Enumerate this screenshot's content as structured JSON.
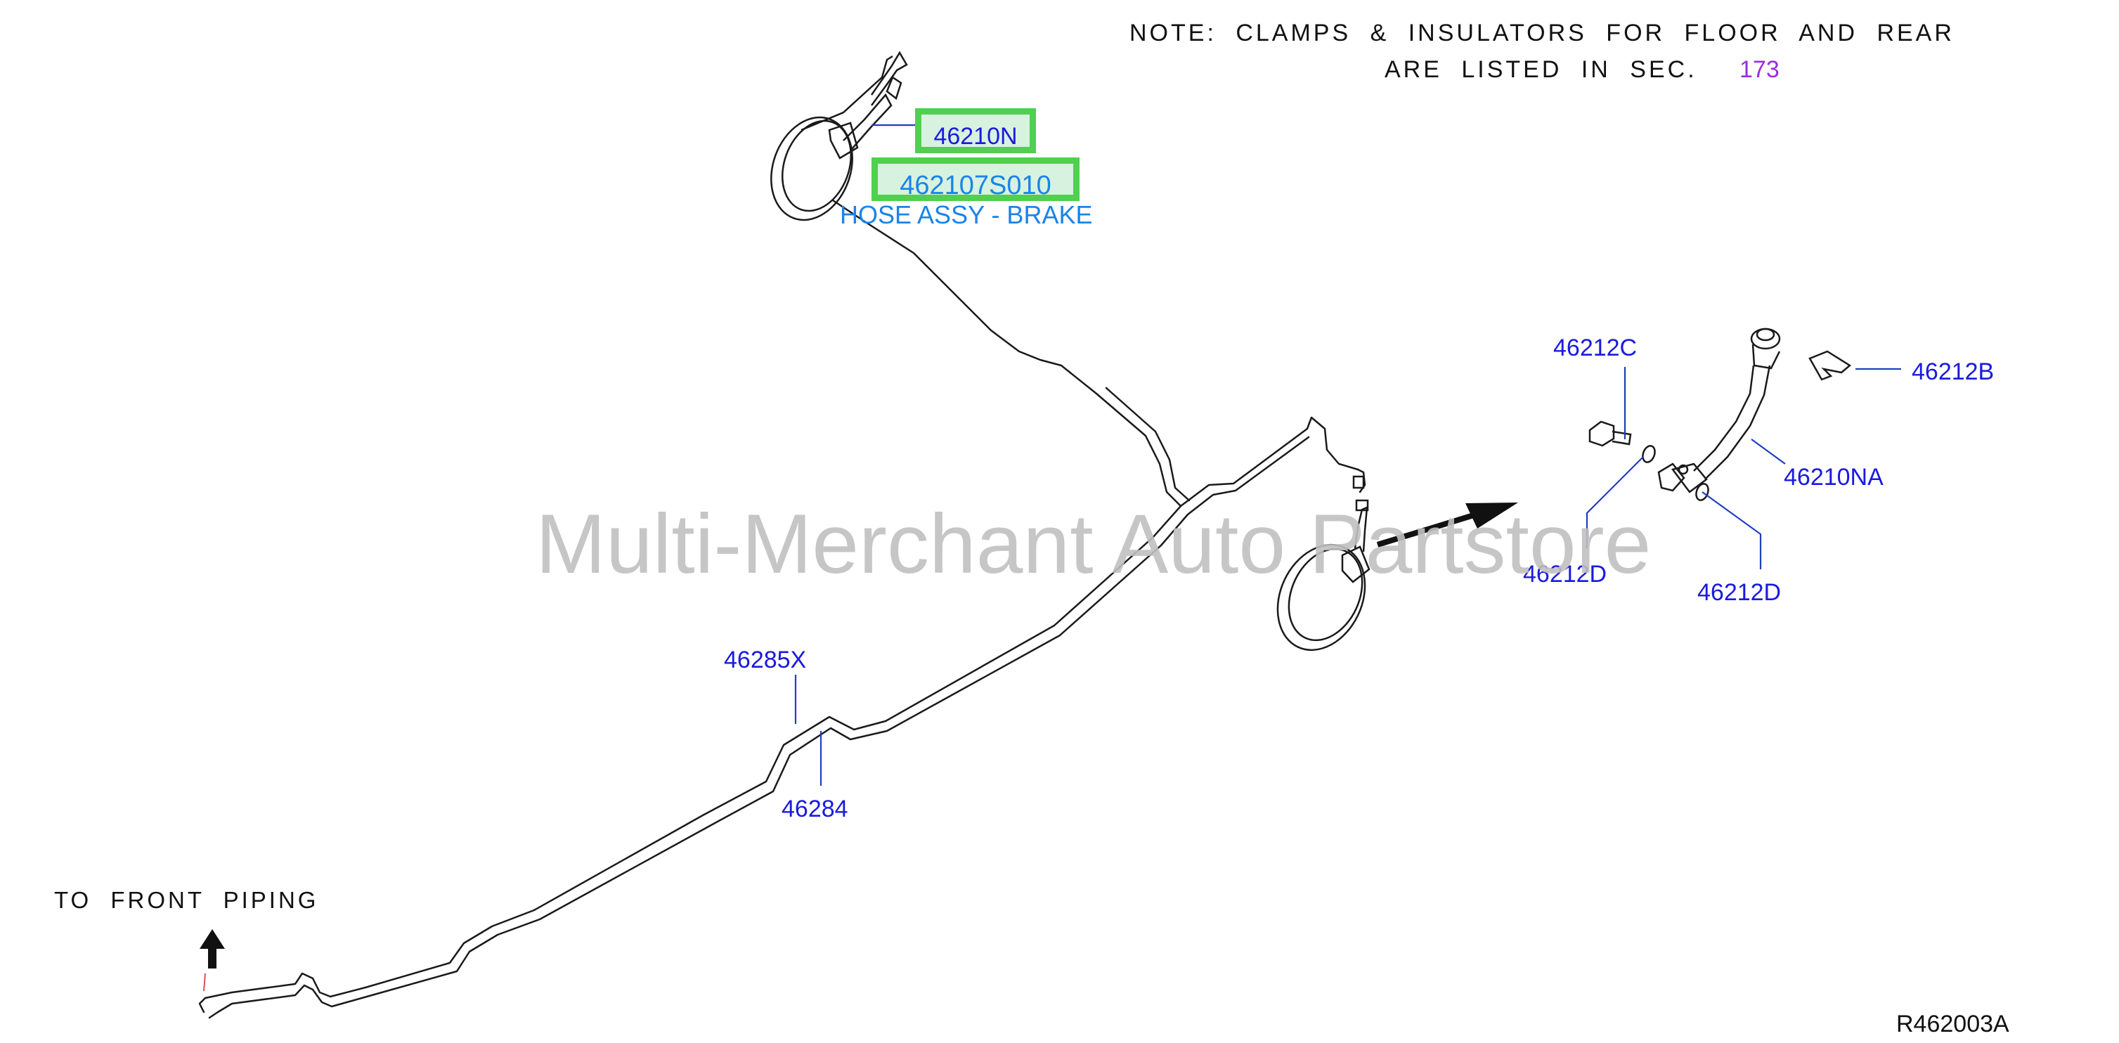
{
  "note": {
    "line1": "NOTE:  CLAMPS  &  INSULATORS  FOR  FLOOR  AND  REAR",
    "line2": "ARE  LISTED  IN  SEC.",
    "section": "173"
  },
  "callouts": {
    "hose_n": "46210N",
    "hose_part_no": "462107S010",
    "hose_desc": "HOSE ASSY - BRAKE",
    "bolt": "46212C",
    "clip": "46212B",
    "hose_na": "46210NA",
    "washer_left": "46212D",
    "washer_right": "46212D",
    "tube_x": "46285X",
    "tube": "46284"
  },
  "to_front": "TO  FRONT  PIPING",
  "watermark": "Multi-Merchant Auto Partstore",
  "diagram_code": "R462003A",
  "colors": {
    "highlight_border": "#4fd04f",
    "callout_blue": "#1a1adf",
    "desc_blue": "#1a84e8",
    "section_purple": "#9a2ee0"
  }
}
